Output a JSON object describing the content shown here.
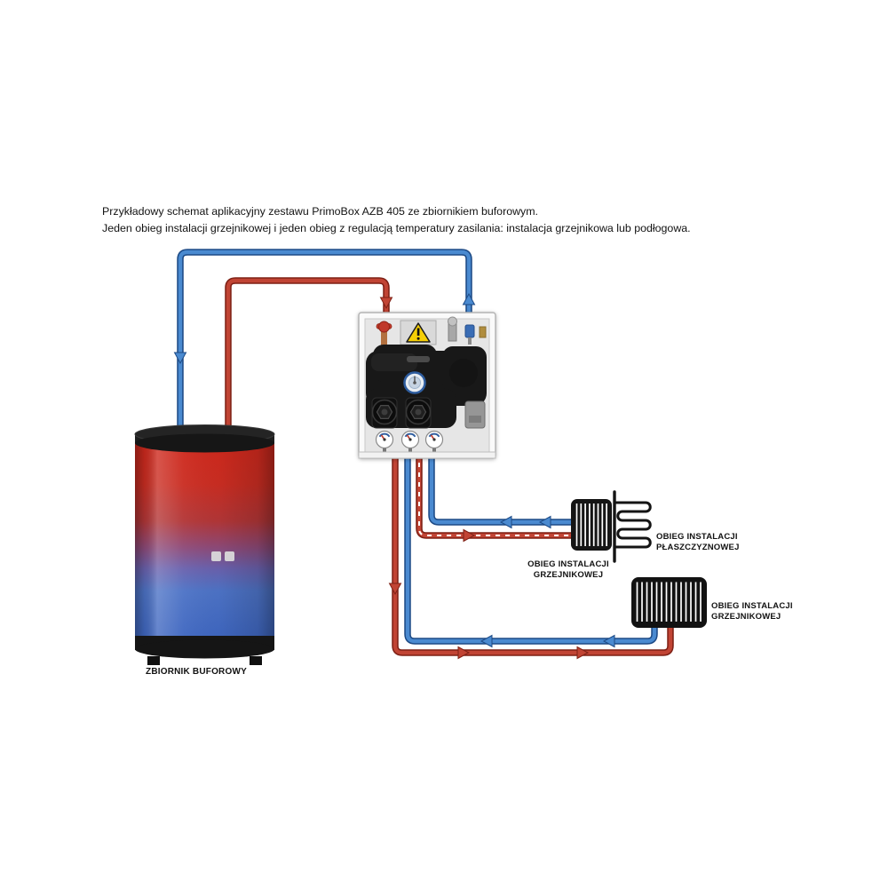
{
  "header": {
    "line1": "Przykładowy schemat aplikacyjny zestawu PrimoBox AZB 405 ze zbiornikiem buforowym.",
    "line2": "Jeden obieg instalacji grzejnikowej i jeden obieg z regulacją temperatury zasilania: instalacja grzejnikowa lub podłogowa."
  },
  "labels": {
    "buffer_tank": "ZBIORNIK BUFOROWY",
    "radiator_circuit_top": "OBIEG INSTALACJI GRZEJNIKOWEJ",
    "surface_circuit": "OBIEG INSTALACJI PŁASZCZYZNOWEJ",
    "radiator_circuit_bottom": "OBIEG INSTALACJI GRZEJNIKOWEJ"
  },
  "colors": {
    "pipe_red": "#c14434",
    "pipe_blue": "#4a8ad0",
    "tank_hot": "#d0281c",
    "tank_cold": "#3c64bf",
    "warning_yellow": "#f6cf06",
    "component_black": "#181818"
  }
}
